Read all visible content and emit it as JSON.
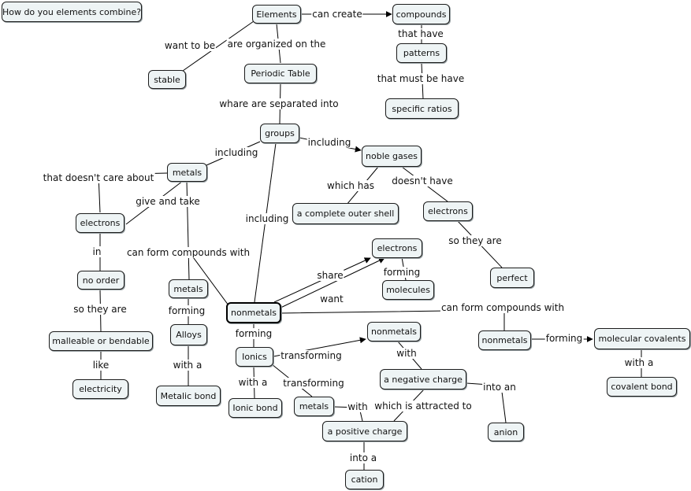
{
  "nodes": {
    "focus_question": "How do you elements combine?",
    "elements": "Elements",
    "stable": "stable",
    "periodic_table": "Periodic Table",
    "compounds": "compounds",
    "patterns": "patterns",
    "specific_ratios": "specific ratios",
    "groups": "groups",
    "metals_top": "metals",
    "noble_gases": "noble gases",
    "electrons_left": "electrons",
    "complete_outer_shell": "a complete outer shell",
    "electrons_right": "electrons",
    "electrons_mid": "electrons",
    "perfect": "perfect",
    "molecules": "molecules",
    "no_order": "no order",
    "metals_mid": "metals",
    "nonmetals_center": "nonmetals",
    "nonmetals_right": "nonmetals",
    "molecular_covalents": "molecular covalents",
    "covalent_bond": "covalent bond",
    "malleable": "malleable or bendable",
    "alloys": "Alloys",
    "nonmetals_upper": "nonmetals",
    "ionics": "Ionics",
    "negative_charge": "a negative charge",
    "electricity": "electricity",
    "metalic_bond": "Metalic bond",
    "ionic_bond": "Ionic bond",
    "metals_low": "metals",
    "positive_charge": "a positive charge",
    "anion": "anion",
    "cation": "cation"
  },
  "links": {
    "can_create": "can create",
    "want_to_be": "want to be",
    "are_organized_on_the": "are organized on the",
    "that_have": "that have",
    "that_must_be_have": "that must be have",
    "whare_are_separated_into": "whare are separated into",
    "including_metals": "including",
    "including_noble": "including",
    "that_doesnt_care_about": "that doesn't care about",
    "give_and_take": "give and take",
    "which_has": "which has",
    "doesnt_have": "doesn't have",
    "including_nonmetals": "including",
    "so_they_are_perfect": "so they are",
    "in": "in",
    "can_form_compounds_with_left": "can form compounds with",
    "share": "share",
    "forming_molecules": "forming",
    "want": "want",
    "can_form_compounds_with_right": "can form compounds with",
    "so_they_are_malleable": "so they are",
    "forming_alloys": "forming",
    "forming_ionics": "forming",
    "forming_covalents": "forming",
    "like": "like",
    "with_a_metalic": "with a",
    "transforming_upper": "transforming",
    "with_negative": "with",
    "with_a_covalent": "with a",
    "with_a_ionic": "with a",
    "transforming_lower": "transforming",
    "into_an": "into an",
    "with_positive": "with",
    "which_is_attracted_to": "which is attracted to",
    "into_a": "into a"
  }
}
